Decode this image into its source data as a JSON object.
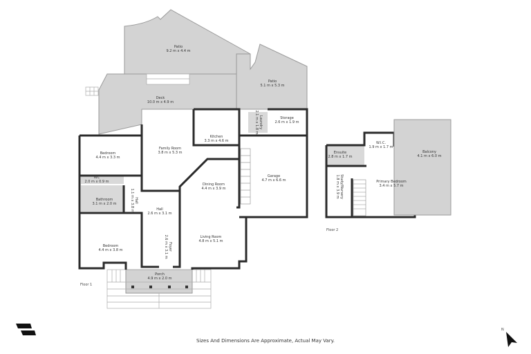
{
  "floor_labels": {
    "floor1": "Floor 1",
    "floor2": "Floor 2"
  },
  "rooms": {
    "patio_left": {
      "name": "Patio",
      "dims": "9.2 m x 4.4 m"
    },
    "patio_right": {
      "name": "Patio",
      "dims": "5.1 m x 5.3 m"
    },
    "deck": {
      "name": "Deck",
      "dims": "10.0 m x 4.9 m"
    },
    "bedroom_upper": {
      "name": "Bedroom",
      "dims": "4.4 m x 3.3 m"
    },
    "family_room": {
      "name": "Family Room",
      "dims": "3.8 m x 5.3 m"
    },
    "kitchen": {
      "name": "Kitchen",
      "dims": "3.3 m x 4.6 m"
    },
    "laundry": {
      "name": "Laundry",
      "dims": "2.1 m x 1.8 m"
    },
    "storage": {
      "name": "Storage",
      "dims": "2.6 m x 1.9 m"
    },
    "garage": {
      "name": "Garage",
      "dims": "4.7 m x 6.6 m"
    },
    "wc": {
      "name": "WC",
      "dims": "2.0 m x 0.9 m"
    },
    "bathroom": {
      "name": "Bathroom",
      "dims": "3.1 m x 2.0 m"
    },
    "hall_narrow": {
      "name": "Hall",
      "dims": "1.1 m x 3.8 m"
    },
    "dining_room": {
      "name": "Dining Room",
      "dims": "4.4 m x 3.9 m"
    },
    "hall": {
      "name": "Hall",
      "dims": "2.6 m x 3.1 m"
    },
    "foyer": {
      "name": "Foyer",
      "dims": "2.6 m x 3.1 m"
    },
    "living_room": {
      "name": "Living Room",
      "dims": "4.8 m x 5.1 m"
    },
    "bedroom_lower": {
      "name": "Bedroom",
      "dims": "4.4 m x 3.8 m"
    },
    "porch": {
      "name": "Porch",
      "dims": "4.9 m x 2.0 m"
    },
    "ensuite": {
      "name": "Ensuite",
      "dims": "2.8 m x 1.7 m"
    },
    "wic": {
      "name": "W.I.C.",
      "dims": "1.9 m x 1.7 m"
    },
    "balcony": {
      "name": "Balcony",
      "dims": "4.1 m x 6.0 m"
    },
    "primary_bedroom": {
      "name": "Primary Bedroom",
      "dims": "3.4 m x 5.7 m"
    },
    "study_nursery": {
      "name": "Study/Nursery",
      "dims": "1.8 m x 3.9 m"
    }
  },
  "footer": {
    "disclaimer": "Sizes And Dimensions Are Approximate, Actual May Vary."
  },
  "compass": {
    "label": "N"
  },
  "colors": {
    "outdoor": "#d3d3d3",
    "wall": "#2b2b2b",
    "wet_area": "#d9d9d9"
  }
}
